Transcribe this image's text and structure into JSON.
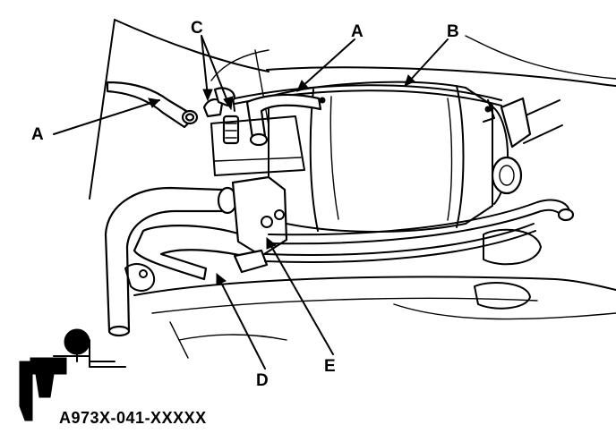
{
  "callouts": {
    "a_left": "A",
    "a_top": "A",
    "b": "B",
    "c": "C",
    "d": "D",
    "e": "E"
  },
  "figure_code": "A973X-041-XXXXX",
  "colors": {
    "ink": "#000000",
    "paper": "#ffffff"
  }
}
